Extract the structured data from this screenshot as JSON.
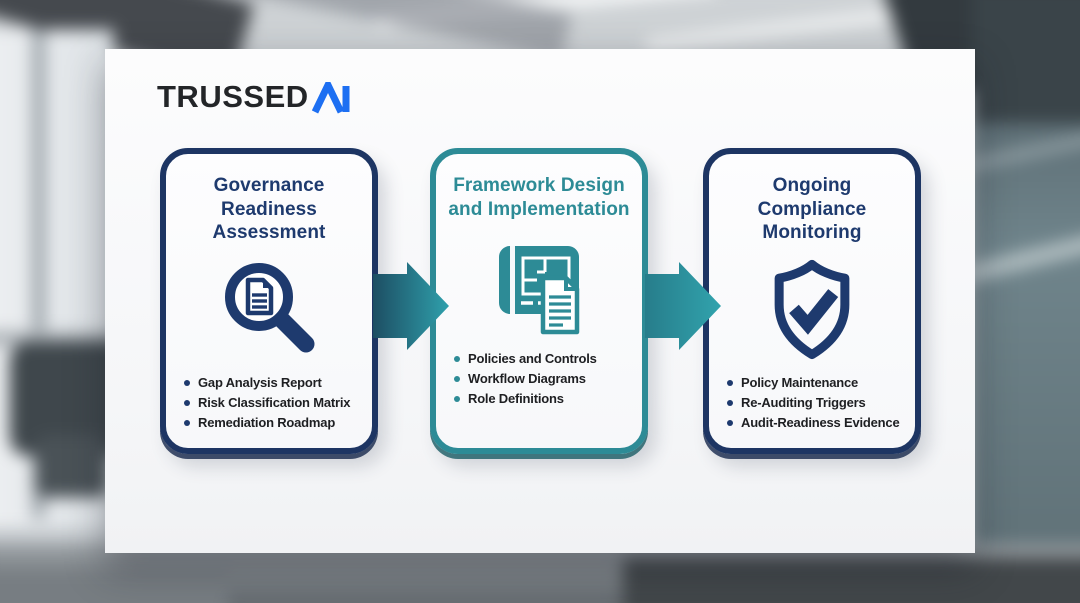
{
  "logo": {
    "text": "TRUSSED",
    "mark": "AI",
    "mark_color": "#1d6ff2",
    "text_color": "#232528"
  },
  "colors": {
    "navy": "#1e3a6e",
    "teal": "#2d8b96",
    "bullet_text": "#1e1f22",
    "panel": "#f7f8fa",
    "arrow_gradient": [
      "#1d4e63",
      "#2fa0ac"
    ]
  },
  "cards": [
    {
      "title": "Governance Readiness Assessment",
      "accent": "#1e3a6e",
      "icon": "magnifier-document",
      "bullets": [
        "Gap Analysis Report",
        "Risk Classification Matrix",
        "Remediation Roadmap"
      ]
    },
    {
      "title": "Framework Design and Implementation",
      "accent": "#2d8b96",
      "icon": "blueprint-document",
      "bullets": [
        "Policies and Controls",
        "Workflow Diagrams",
        "Role Definitions"
      ]
    },
    {
      "title": "Ongoing Compliance Monitoring",
      "accent": "#1e3a6e",
      "icon": "shield-check",
      "bullets": [
        "Policy Maintenance",
        "Re-Auditing Triggers",
        "Audit-Readiness Evidence"
      ]
    }
  ],
  "arrows": [
    {
      "direction": "right",
      "from": "card-1",
      "to": "card-2"
    },
    {
      "direction": "right",
      "from": "card-2",
      "to": "card-3"
    }
  ]
}
